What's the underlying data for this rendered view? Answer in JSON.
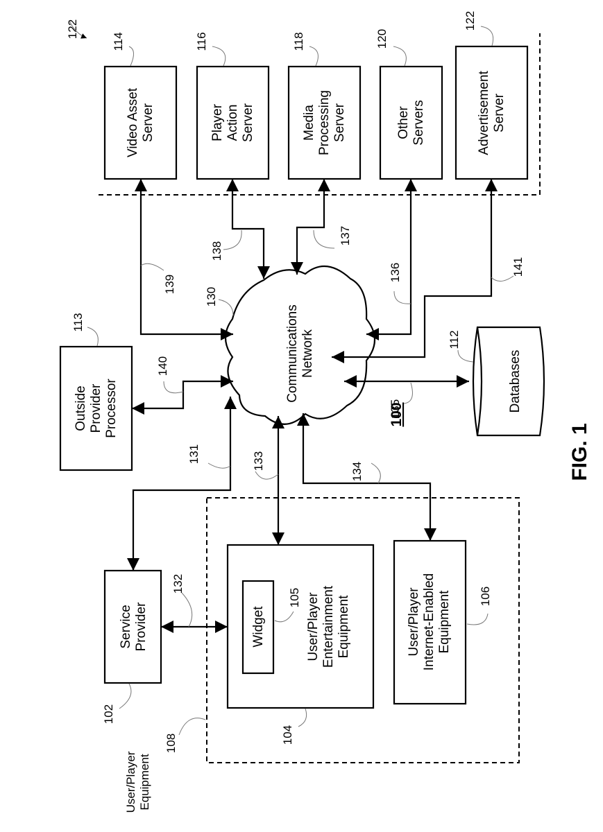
{
  "figure": {
    "title": "100",
    "caption": "FIG. 1"
  },
  "servers_group_ref": "122",
  "nodes": {
    "video_asset_server": {
      "lines": [
        "Video Asset",
        "Server"
      ],
      "ref": "114"
    },
    "player_action_server": {
      "lines": [
        "Player",
        "Action",
        "Server"
      ],
      "ref": "116"
    },
    "media_processing_server": {
      "lines": [
        "Media",
        "Processing",
        "Server"
      ],
      "ref": "118"
    },
    "other_servers": {
      "lines": [
        "Other",
        "Servers"
      ],
      "ref": "120"
    },
    "advertisement_server": {
      "lines": [
        "Advertisement",
        "Server"
      ],
      "ref": "122"
    },
    "outside_provider_processor": {
      "lines": [
        "Outside",
        "Provider",
        "Processor"
      ],
      "ref": "113"
    },
    "communications_network": {
      "lines": [
        "Communications",
        "Network"
      ],
      "ref": "130"
    },
    "databases": {
      "lines": [
        "Databases"
      ],
      "ref": "112"
    },
    "service_provider": {
      "lines": [
        "Service",
        "Provider"
      ],
      "ref": "102"
    },
    "widget": {
      "lines": [
        "Widget"
      ],
      "ref": "105"
    },
    "entertainment_equipment": {
      "lines": [
        "User/Player",
        "Entertainment",
        "Equipment"
      ],
      "ref": "104"
    },
    "internet_enabled_equipment": {
      "lines": [
        "User/Player",
        "Internet-Enabled",
        "Equipment"
      ],
      "ref": "106"
    },
    "user_player_equipment_group": {
      "lines": [
        "User/Player",
        "Equipment"
      ],
      "ref": "108"
    }
  },
  "links": {
    "network_to_service_provider": "131",
    "service_provider_to_entertainment": "132",
    "network_to_entertainment": "133",
    "network_to_internet_enabled": "134",
    "network_to_databases": "135",
    "network_to_other_servers": "136",
    "network_to_media_processing": "137",
    "network_to_player_action": "138",
    "network_to_video_asset": "139",
    "network_to_outside_provider": "140",
    "network_to_advertisement": "141"
  }
}
